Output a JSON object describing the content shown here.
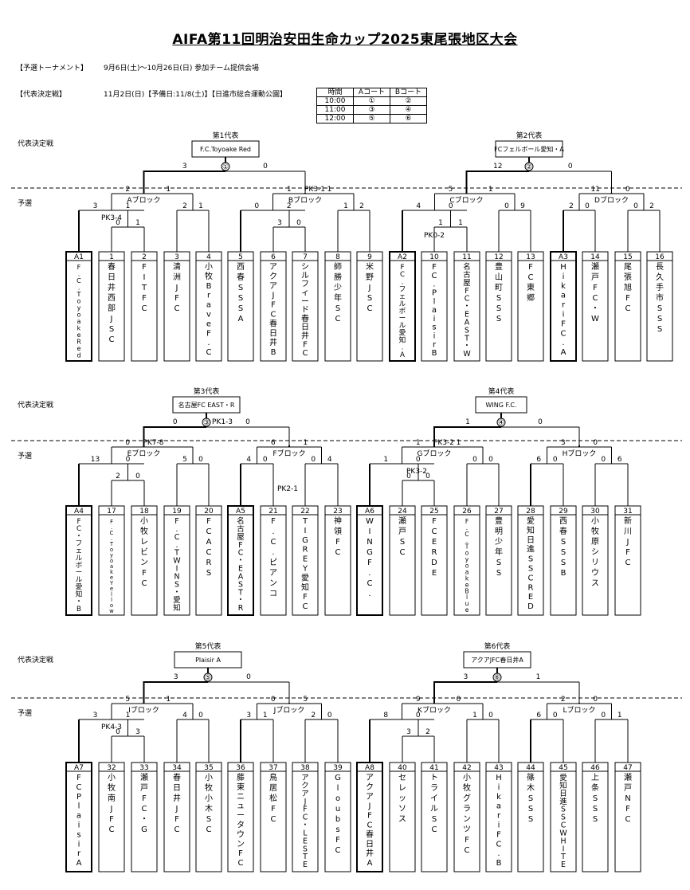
{
  "title": "AIFA第11回明治安田生命カップ2025東尾張地区大会",
  "header": {
    "prelim_label": "【予選トーナメント】",
    "prelim_text": "9月6日(土)～10月26日(日)  参加チーム提供会場",
    "final_label": "【代表決定戦】",
    "final_text": "11月2日(日)【予備日:11/8(土)】【日進市総合運動公園】"
  },
  "schedule": {
    "headers": [
      "時間",
      "Aコート",
      "Bコート"
    ],
    "rows": [
      [
        "10:00",
        "①",
        "②"
      ],
      [
        "11:00",
        "③",
        "④"
      ],
      [
        "12:00",
        "⑤",
        "⑥"
      ]
    ]
  },
  "labels": {
    "final": "代表決定戦",
    "prelim": "予選"
  },
  "sections": [
    {
      "reps": [
        {
          "title": "第1代表",
          "winner": "F.C.Toyoake Red",
          "circle": "①",
          "ls": "3",
          "rs": "0"
        },
        {
          "title": "第2代表",
          "winner": "FCフェルボール愛知・A",
          "circle": "②",
          "ls": "12",
          "rs": "0"
        }
      ],
      "blocks": [
        {
          "name": "Aブロック",
          "ls": "2",
          "rs": "1",
          "pk": ""
        },
        {
          "name": "Bブロック",
          "ls": "1",
          "rs": "1",
          "pk": "PK3-1"
        },
        {
          "name": "Cブロック",
          "ls": "5",
          "rs": "1",
          "pk": ""
        },
        {
          "name": "Dブロック",
          "ls": "11",
          "rs": "0",
          "pk": ""
        }
      ],
      "teams": [
        {
          "num": "A1",
          "name": "F.C. Toyoake Red"
        },
        {
          "num": "1",
          "name": "春日井西部JSC"
        },
        {
          "num": "2",
          "name": "FIT FC"
        },
        {
          "num": "3",
          "name": "清洲JFC"
        },
        {
          "num": "4",
          "name": "小牧Brave F.C"
        },
        {
          "num": "5",
          "name": "西春SSS A"
        },
        {
          "num": "6",
          "name": "アクアJFC春日井B"
        },
        {
          "num": "7",
          "name": "シルフィード春日井FC"
        },
        {
          "num": "8",
          "name": "師勝少年SC"
        },
        {
          "num": "9",
          "name": "米野JSC"
        },
        {
          "num": "A2",
          "name": "FC.フェルボール愛知.A"
        },
        {
          "num": "10",
          "name": "FC.Plaisir B"
        },
        {
          "num": "11",
          "name": "名古屋FC・EAST・W"
        },
        {
          "num": "12",
          "name": "豊山町SSS"
        },
        {
          "num": "13",
          "name": "FC東郷"
        },
        {
          "num": "A3",
          "name": "HikariFC.A"
        },
        {
          "num": "14",
          "name": "瀬戸FC・W"
        },
        {
          "num": "15",
          "name": "尾張旭FC"
        },
        {
          "num": "16",
          "name": "長久手市SSS"
        }
      ],
      "matches": {
        "l1": [
          "3",
          "1",
          "2",
          "1",
          "0",
          "2",
          "1",
          "2",
          "4",
          "0",
          "0",
          "9",
          "2",
          "0",
          "0",
          "2"
        ],
        "l2": [
          [
            "0",
            "1"
          ],
          [
            "1",
            "1"
          ],
          [
            "3",
            "0"
          ],
          [],
          [
            "1",
            "1"
          ],
          [],
          [],
          [
            "0",
            "2"
          ]
        ],
        "pks": [
          "PK3-4",
          "PK0-2"
        ]
      }
    },
    {
      "reps": [
        {
          "title": "第3代表",
          "winner": "名古屋FC EAST・R",
          "circle": "③",
          "ls": "0",
          "rs": "0",
          "pk": "PK1-3"
        },
        {
          "title": "第4代表",
          "winner": "WING F.C.",
          "circle": "④",
          "ls": "1",
          "rs": "0"
        }
      ],
      "blocks": [
        {
          "name": "Eブロック",
          "ls": "0",
          "rs": "",
          "pk": "PK7-8"
        },
        {
          "name": "Fブロック",
          "ls": "6",
          "rs": "1",
          "pk": ""
        },
        {
          "name": "Gブロック",
          "ls": "1",
          "rs": "1",
          "pk": "PK3-2"
        },
        {
          "name": "Hブロック",
          "ls": "3",
          "rs": "0",
          "pk": ""
        }
      ],
      "teams": [
        {
          "num": "A4",
          "name": "FC・フェルボール愛知・B"
        },
        {
          "num": "17",
          "name": "F.C. Toyoake Yellow"
        },
        {
          "num": "18",
          "name": "小牧レビンFC"
        },
        {
          "num": "19",
          "name": "F.C.TWINS・愛知"
        },
        {
          "num": "20",
          "name": "FC ACRS"
        },
        {
          "num": "A5",
          "name": "名古屋FC・EAST・R"
        },
        {
          "num": "21",
          "name": "F.C.ピアンコ"
        },
        {
          "num": "22",
          "name": "TIGREY愛知FC"
        },
        {
          "num": "23",
          "name": "神領FC"
        },
        {
          "num": "A6",
          "name": "WING F.C."
        },
        {
          "num": "24",
          "name": "瀬戸SC"
        },
        {
          "num": "25",
          "name": "FC ERDE"
        },
        {
          "num": "26",
          "name": "F.C. Toyoake Blue"
        },
        {
          "num": "27",
          "name": "豊明少年SS"
        },
        {
          "num": "28",
          "name": "愛知日進SSC RED"
        },
        {
          "num": "29",
          "name": "西春SSS B"
        },
        {
          "num": "30",
          "name": "小牧原シリウス"
        },
        {
          "num": "31",
          "name": "新川JFC"
        }
      ],
      "matches": {
        "l1": [
          "13",
          "0",
          "5",
          "0",
          "4",
          "0",
          "0",
          "4",
          "1",
          "0",
          "0",
          "0",
          "6",
          "0",
          "0",
          "6"
        ],
        "l2": [
          [
            "2",
            "0"
          ],
          [],
          [],
          [],
          [
            "0",
            "0"
          ],
          [],
          [],
          []
        ],
        "pks": [
          "PK3-2",
          "PK2-1"
        ]
      }
    },
    {
      "reps": [
        {
          "title": "第5代表",
          "winner": "Plaisir A",
          "circle": "⑤",
          "ls": "3",
          "rs": "0"
        },
        {
          "title": "第6代表",
          "winner": "アクアJFC春日井A",
          "circle": "⑥",
          "ls": "3",
          "rs": "1"
        }
      ],
      "blocks": [
        {
          "name": "Iブロック",
          "ls": "5",
          "rs": "1",
          "pk": ""
        },
        {
          "name": "Jブロック",
          "ls": "0",
          "rs": "5",
          "pk": ""
        },
        {
          "name": "Kブロック",
          "ls": "9",
          "rs": "0",
          "pk": ""
        },
        {
          "name": "Lブロック",
          "ls": "2",
          "rs": "0",
          "pk": ""
        }
      ],
      "teams": [
        {
          "num": "A7",
          "name": "FC Plaisir A"
        },
        {
          "num": "32",
          "name": "小牧南JFC"
        },
        {
          "num": "33",
          "name": "瀬戸FC・G"
        },
        {
          "num": "34",
          "name": "春日井JFC"
        },
        {
          "num": "35",
          "name": "小牧小木SC"
        },
        {
          "num": "36",
          "name": "藤東ニュータウンFC"
        },
        {
          "num": "37",
          "name": "鳥居松FC"
        },
        {
          "num": "38",
          "name": "アクアJFC・LESTE"
        },
        {
          "num": "39",
          "name": "GloubsFC"
        },
        {
          "num": "A8",
          "name": "アクアJFC春日井A"
        },
        {
          "num": "40",
          "name": "セレッソス"
        },
        {
          "num": "41",
          "name": "トライルSC"
        },
        {
          "num": "42",
          "name": "小牧グランツFC"
        },
        {
          "num": "43",
          "name": "HikariFC.B"
        },
        {
          "num": "44",
          "name": "篠木SSS"
        },
        {
          "num": "45",
          "name": "愛知日進SSC WHITE"
        },
        {
          "num": "46",
          "name": "上条SSS"
        },
        {
          "num": "47",
          "name": "瀬戸NFC"
        }
      ],
      "matches": {
        "l1": [
          "3",
          "1",
          "4",
          "0",
          "3",
          "1",
          "2",
          "0",
          "8",
          "0",
          "1",
          "0",
          "6",
          "0",
          "0",
          "1"
        ],
        "l2": [
          [
            "0",
            "3"
          ],
          [],
          [],
          [],
          [
            "3",
            "2"
          ],
          [],
          [],
          []
        ],
        "pks": [
          "PK4-3"
        ]
      }
    }
  ]
}
